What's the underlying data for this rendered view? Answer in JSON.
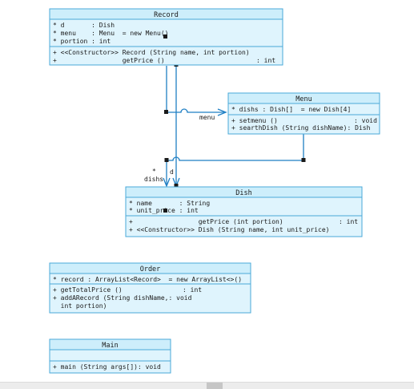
{
  "classes": {
    "record": {
      "name": "Record",
      "attributes": [
        "* d       : Dish",
        "* menu    : Menu  = new Menu()",
        "* portion : int"
      ],
      "methods": [
        "+ <<Constructor>> Record (String name, int portion)",
        "+                 getPrice ()",
        ": int"
      ]
    },
    "menu": {
      "name": "Menu",
      "attributes": [
        "* dishs : Dish[]  = new Dish[4]"
      ],
      "methods": [
        "+ setmenu ()",
        ": void",
        "+ searthDish (String dishName): Dish"
      ]
    },
    "dish": {
      "name": "Dish",
      "attributes": [
        "* name       : String",
        "* unit_price : int"
      ],
      "methods": [
        "+                 getPrice (int portion)",
        ": int",
        "+ <<Constructor>> Dish (String name, int unit_price)"
      ]
    },
    "order": {
      "name": "Order",
      "attributes": [
        "* record : ArrayList<Record>  = new ArrayList<>()"
      ],
      "methods": [
        "+ getTotalPrice ()",
        ": int",
        "+ addARecord (String dishName,: void",
        "  int portion)"
      ]
    },
    "main": {
      "name": "Main",
      "attributes": [],
      "methods": [
        "+ main (String args[]): void"
      ]
    }
  },
  "edges": {
    "record_menu": {
      "role": "menu"
    },
    "record_dish": {
      "role": "d",
      "multiplicity": ""
    },
    "menu_dish": {
      "role": "dishs",
      "multiplicity": "*"
    }
  }
}
